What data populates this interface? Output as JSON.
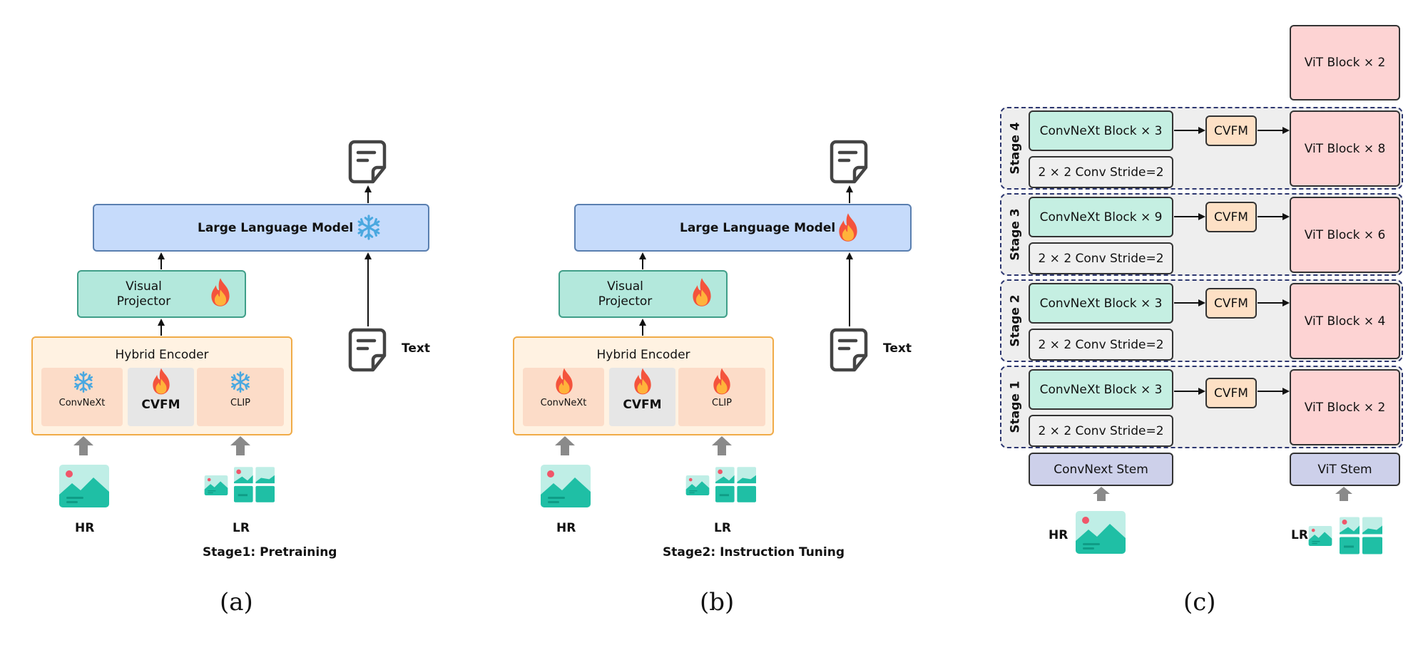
{
  "panel_a": {
    "llm_label": "Large Language Model",
    "projector_label": "Visual Projector",
    "hybrid_label": "Hybrid Encoder",
    "convnext_label": "ConvNeXt",
    "cvfm_label": "CVFM",
    "clip_label": "CLIP",
    "text_label": "Text",
    "hr_label": "HR",
    "lr_label": "LR",
    "stage_label": "Stage1: Pretraining",
    "caption": "(a)",
    "llm_icon": "snowflake-icon",
    "projector_icon": "fire-icon",
    "convnext_icon": "snowflake-icon",
    "cvfm_icon": "fire-icon",
    "clip_icon": "snowflake-icon"
  },
  "panel_b": {
    "llm_label": "Large Language Model",
    "projector_label": "Visual Projector",
    "hybrid_label": "Hybrid Encoder",
    "convnext_label": "ConvNeXt",
    "cvfm_label": "CVFM",
    "clip_label": "CLIP",
    "text_label": "Text",
    "hr_label": "HR",
    "lr_label": "LR",
    "stage_label": "Stage2: Instruction Tuning",
    "caption": "(b)",
    "llm_icon": "fire-icon",
    "projector_icon": "fire-icon",
    "convnext_icon": "fire-icon",
    "cvfm_icon": "fire-icon",
    "clip_icon": "fire-icon"
  },
  "panel_c": {
    "top_vit": "ViT Block × 2",
    "stages": [
      {
        "label": "Stage 4",
        "convnext": "ConvNeXt Block × 3",
        "conv": "2 × 2 Conv Stride=2",
        "cvfm": "CVFM",
        "vit": "ViT Block × 8"
      },
      {
        "label": "Stage 3",
        "convnext": "ConvNeXt Block × 9",
        "conv": "2 × 2 Conv Stride=2",
        "cvfm": "CVFM",
        "vit": "ViT Block × 6"
      },
      {
        "label": "Stage 2",
        "convnext": "ConvNeXt Block × 3",
        "conv": "2 × 2 Conv Stride=2",
        "cvfm": "CVFM",
        "vit": "ViT Block × 4"
      },
      {
        "label": "Stage 1",
        "convnext": "ConvNeXt Block × 3",
        "conv": "2 × 2 Conv Stride=2",
        "cvfm": "CVFM",
        "vit": "ViT Block × 2"
      }
    ],
    "convnext_stem": "ConvNext Stem",
    "vit_stem": "ViT Stem",
    "hr_label": "HR",
    "lr_label": "LR",
    "caption": "(c)"
  },
  "colors": {
    "llm_fill": "#c6dbfb",
    "projector_fill": "#b3e8dc",
    "hybrid_fill": "#fff2e2",
    "convnext_fill": "#c5efe2",
    "cvfm_fill": "#fde0c5",
    "vit_fill": "#fdd3d3",
    "stem_fill": "#cdd0ea",
    "stage_border": "#2d3770"
  }
}
